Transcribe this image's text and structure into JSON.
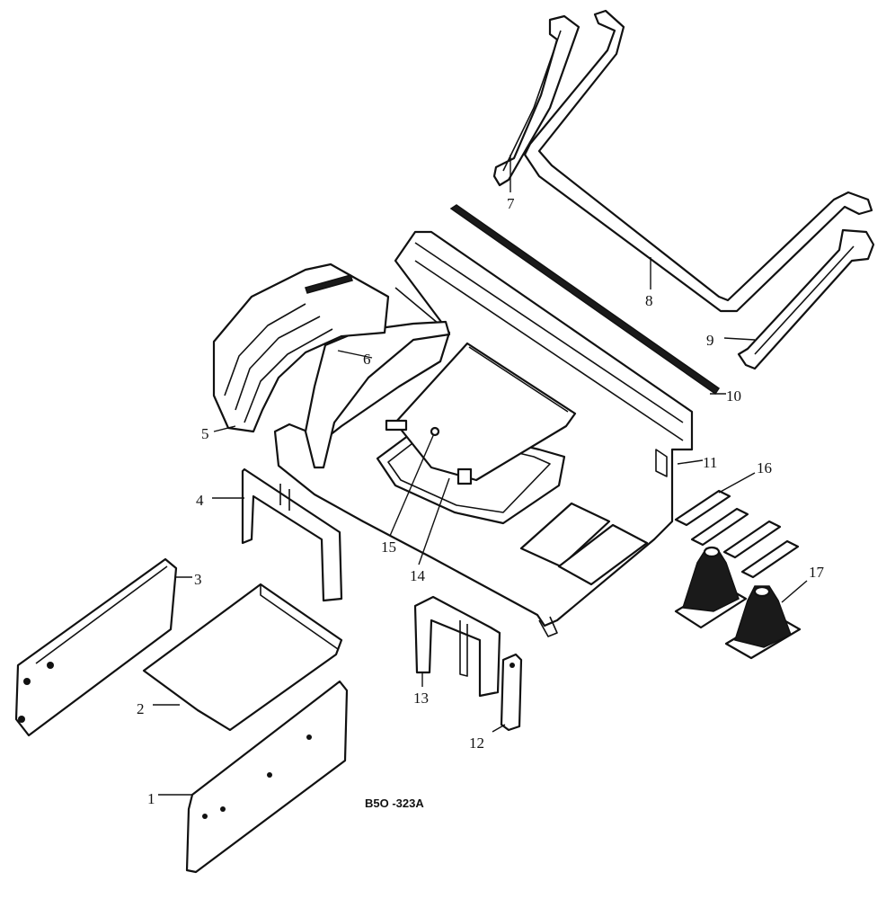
{
  "callouts": {
    "p1": "1",
    "p2": "2",
    "p3": "3",
    "p4": "4",
    "p5": "5",
    "p6": "6",
    "p7": "7",
    "p8": "8",
    "p9": "9",
    "p10": "10",
    "p11": "11",
    "p12": "12",
    "p13": "13",
    "p14": "14",
    "p15": "15",
    "p16": "16",
    "p17": "17"
  },
  "reference_code": "B5O -323A"
}
